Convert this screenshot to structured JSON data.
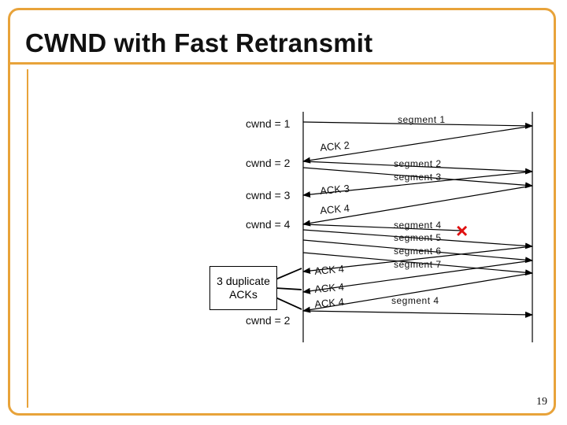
{
  "title": "CWND with Fast Retransmit",
  "cwnd_labels": [
    "cwnd = 1",
    "cwnd = 2",
    "cwnd = 3",
    "cwnd = 4",
    "cwnd = 2"
  ],
  "segments": [
    "segment 1",
    "segment 2",
    "segment 3",
    "segment 4",
    "segment 5",
    "segment 6",
    "segment 7",
    "segment 4"
  ],
  "acks": [
    "ACK 2",
    "ACK 3",
    "ACK 4",
    "ACK 4",
    "ACK 4",
    "ACK 4"
  ],
  "callout": "3 duplicate ACKs",
  "lost_marker": "×",
  "page_number": "19",
  "colors": {
    "frame": "#e8a33a",
    "lost": "#e01010",
    "line": "#000000"
  }
}
